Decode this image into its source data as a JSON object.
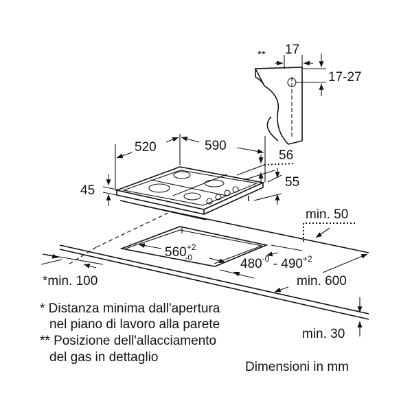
{
  "dimensions": {
    "gas_marker": "**",
    "bracket_width": "17",
    "bracket_height": "17-27",
    "depth": "520",
    "width": "590",
    "rear_offset": "56",
    "side_offset": "55",
    "height": "45",
    "min_rear": "min. 50",
    "cutout_width": "560",
    "cutout_width_tol_plus": "+2",
    "cutout_width_tol_minus": "-0",
    "cutout_depth_min": "480",
    "cutout_depth_min_tol": "-0",
    "cutout_depth_sep": " - ",
    "cutout_depth_max": "490",
    "cutout_depth_max_tol": "+2",
    "min_side": "*min. 100",
    "min_worktop_depth": "min. 600",
    "min_worktop_thickness": "min. 30"
  },
  "notes": [
    "* Distanza minima dall'apertura",
    "nel piano di lavoro alla parete",
    "** Posizione dell'allacciamento",
    "del gas in dettaglio"
  ],
  "units_label": "Dimensioni in mm"
}
